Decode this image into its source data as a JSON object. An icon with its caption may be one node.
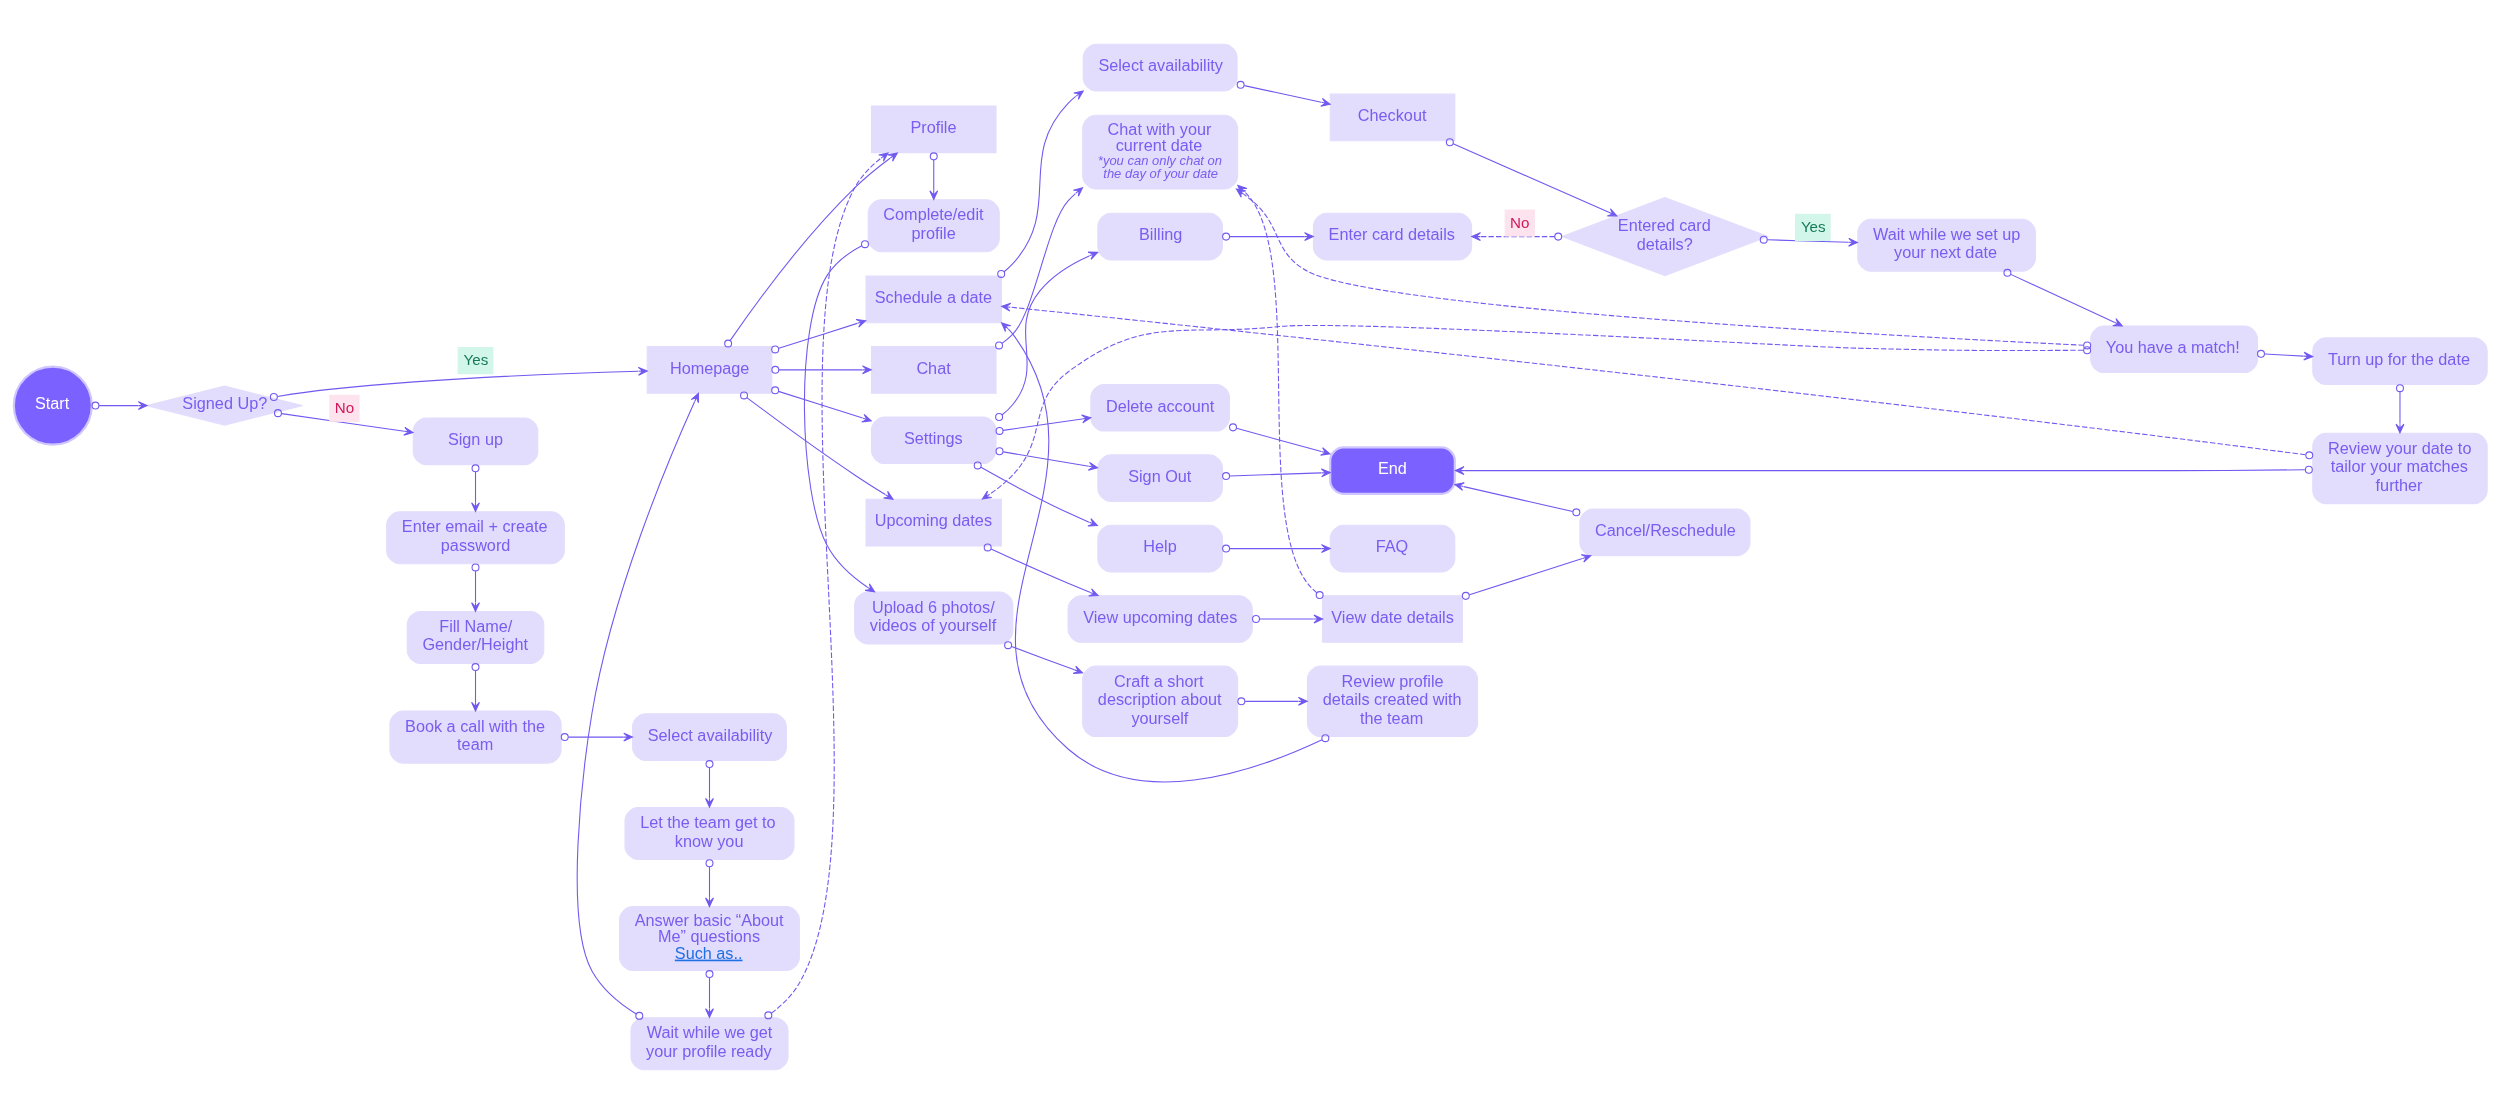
{
  "diagram": {
    "nodes": [
      {
        "text": [
          "Start"
        ]
      },
      {
        "text": [
          "Signed Up?"
        ]
      },
      {
        "text": [
          "Homepage"
        ]
      },
      {
        "text": [
          "Sign up"
        ]
      },
      {
        "text": [
          "Wait while we get your profile ready"
        ]
      },
      {
        "text": [
          "Enter email + create password"
        ]
      },
      {
        "text": [
          "Answer basic “About Me” questions",
          "Such as.."
        ]
      },
      {
        "text": [
          "Fill Name/ Gender/Height"
        ]
      },
      {
        "text": [
          "Let the team get to know you"
        ]
      },
      {
        "text": [
          "Book a call with the team"
        ]
      },
      {
        "text": [
          "Select availability"
        ]
      },
      {
        "text": [
          "Schedule a date"
        ]
      },
      {
        "text": [
          "Select availability"
        ]
      },
      {
        "text": [
          "Checkout"
        ]
      },
      {
        "text": [
          "Entered card details?"
        ]
      },
      {
        "text": [
          "Wait while we set up your next date"
        ]
      },
      {
        "text": [
          "You have a match!"
        ]
      },
      {
        "text": [
          "Turn up for the date"
        ]
      },
      {
        "text": [
          "Review your date to tailor your matches further"
        ]
      },
      {
        "text": [
          "Chat"
        ]
      },
      {
        "text": [
          "Chat with your current date",
          "*you can only chat on the day of your date"
        ]
      },
      {
        "text": [
          "Upcoming dates"
        ]
      },
      {
        "text": [
          "View upcoming dates"
        ]
      },
      {
        "text": [
          "View date details"
        ]
      },
      {
        "text": [
          "Cancel/Reschedule"
        ]
      },
      {
        "text": [
          "Settings"
        ]
      },
      {
        "text": [
          "Billing"
        ]
      },
      {
        "text": [
          "Enter card details"
        ]
      },
      {
        "text": [
          "Help"
        ]
      },
      {
        "text": [
          "FAQ"
        ]
      },
      {
        "text": [
          "Sign Out"
        ]
      },
      {
        "text": [
          "End"
        ]
      },
      {
        "text": [
          "Profile"
        ]
      },
      {
        "text": [
          "Complete/edit profile"
        ]
      },
      {
        "text": [
          "Delete account"
        ]
      },
      {
        "text": [
          "Upload 6 photos/ videos of yourself"
        ]
      },
      {
        "text": [
          "Craft a short description about yourself"
        ]
      },
      {
        "text": [
          "Review profile details created with the team"
        ]
      }
    ],
    "edges": [
      {
        "from": 0,
        "to": 1,
        "arrow": "to"
      },
      {
        "from": 1,
        "to": 2,
        "arrow": "to",
        "label": "Yes"
      },
      {
        "from": 1,
        "to": 3,
        "arrow": "to",
        "label": "No"
      },
      {
        "from": 3,
        "to": 5,
        "arrow": "to"
      },
      {
        "from": 5,
        "to": 7,
        "arrow": "to"
      },
      {
        "from": 7,
        "to": 9,
        "arrow": "to"
      },
      {
        "from": 9,
        "to": 10,
        "arrow": "to"
      },
      {
        "from": 10,
        "to": 8,
        "arrow": "to"
      },
      {
        "from": 8,
        "to": 6,
        "arrow": "to"
      },
      {
        "from": 6,
        "to": 4,
        "arrow": "to"
      },
      {
        "from": 4,
        "to": 2,
        "arrow": "to"
      },
      {
        "from": 4,
        "to": 32,
        "arrow": "to",
        "style": "dashed"
      },
      {
        "from": 2,
        "to": 11,
        "arrow": "to"
      },
      {
        "from": 2,
        "to": 19,
        "arrow": "to"
      },
      {
        "from": 2,
        "to": 21,
        "arrow": "to"
      },
      {
        "from": 2,
        "to": 25,
        "arrow": "to"
      },
      {
        "from": 2,
        "to": 32,
        "arrow": "to"
      },
      {
        "from": 11,
        "to": 12,
        "arrow": "to"
      },
      {
        "from": 12,
        "to": 13,
        "arrow": "to"
      },
      {
        "from": 13,
        "to": 14,
        "arrow": "to"
      },
      {
        "from": 14,
        "to": 15,
        "arrow": "to",
        "label": "Yes"
      },
      {
        "from": 14,
        "to": 27,
        "arrow": "to",
        "label": "No",
        "style": "dashed"
      },
      {
        "from": 15,
        "to": 16,
        "arrow": "to"
      },
      {
        "from": 16,
        "to": 17,
        "arrow": "to"
      },
      {
        "from": 17,
        "to": 18,
        "arrow": "to"
      },
      {
        "from": 18,
        "to": 11,
        "arrow": "to",
        "style": "dashed"
      },
      {
        "from": 16,
        "to": 20,
        "arrow": "to",
        "style": "dashed"
      },
      {
        "from": 16,
        "to": 21,
        "arrow": "to",
        "style": "dashed"
      },
      {
        "from": 23,
        "to": 20,
        "arrow": "to",
        "style": "dashed"
      },
      {
        "from": 19,
        "to": 20,
        "arrow": "to"
      },
      {
        "from": 21,
        "to": 22,
        "arrow": "to"
      },
      {
        "from": 22,
        "to": 23,
        "arrow": "to"
      },
      {
        "from": 23,
        "to": 24,
        "arrow": "to"
      },
      {
        "from": 24,
        "to": 31,
        "arrow": "to"
      },
      {
        "from": 18,
        "to": 31,
        "arrow": "to"
      },
      {
        "from": 25,
        "to": 26,
        "arrow": "to"
      },
      {
        "from": 25,
        "to": 28,
        "arrow": "to"
      },
      {
        "from": 25,
        "to": 30,
        "arrow": "to"
      },
      {
        "from": 25,
        "to": 34,
        "arrow": "to"
      },
      {
        "from": 26,
        "to": 27,
        "arrow": "to"
      },
      {
        "from": 28,
        "to": 29,
        "arrow": "to"
      },
      {
        "from": 30,
        "to": 31,
        "arrow": "to"
      },
      {
        "from": 34,
        "to": 31,
        "arrow": "to"
      },
      {
        "from": 32,
        "to": 33,
        "arrow": "to"
      },
      {
        "from": 33,
        "to": 35,
        "arrow": "to"
      },
      {
        "from": 35,
        "to": 36,
        "arrow": "to"
      },
      {
        "from": 36,
        "to": 37,
        "arrow": "to"
      },
      {
        "from": 37,
        "to": 11,
        "arrow": "to"
      }
    ]
  }
}
